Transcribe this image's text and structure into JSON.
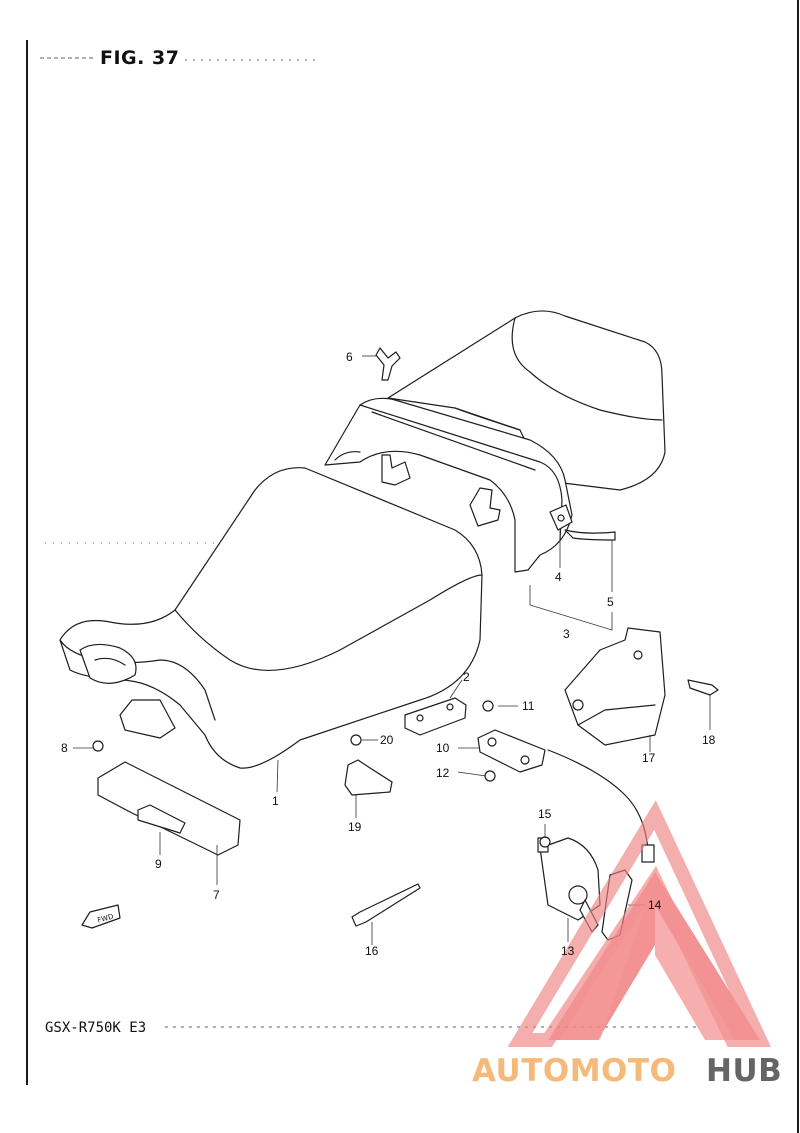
{
  "figure": {
    "title": "FIG. 37",
    "model": "GSX-R750K  E3",
    "direction_label": "FWD"
  },
  "callouts": {
    "c1": "1",
    "c2": "2",
    "c3": "3",
    "c4": "4",
    "c5": "5",
    "c6": "6",
    "c7": "7",
    "c8": "8",
    "c9": "9",
    "c10": "10",
    "c11": "11",
    "c12": "12",
    "c13": "13",
    "c14": "14",
    "c15": "15",
    "c16": "16",
    "c17": "17",
    "c18": "18",
    "c19": "19",
    "c20": "20"
  },
  "watermark": {
    "part1": "AUTOMOTO",
    "part2": "HUB",
    "color_primary": "#f08080",
    "color_secondary": "#f5b26b",
    "color_dark": "#555555"
  }
}
